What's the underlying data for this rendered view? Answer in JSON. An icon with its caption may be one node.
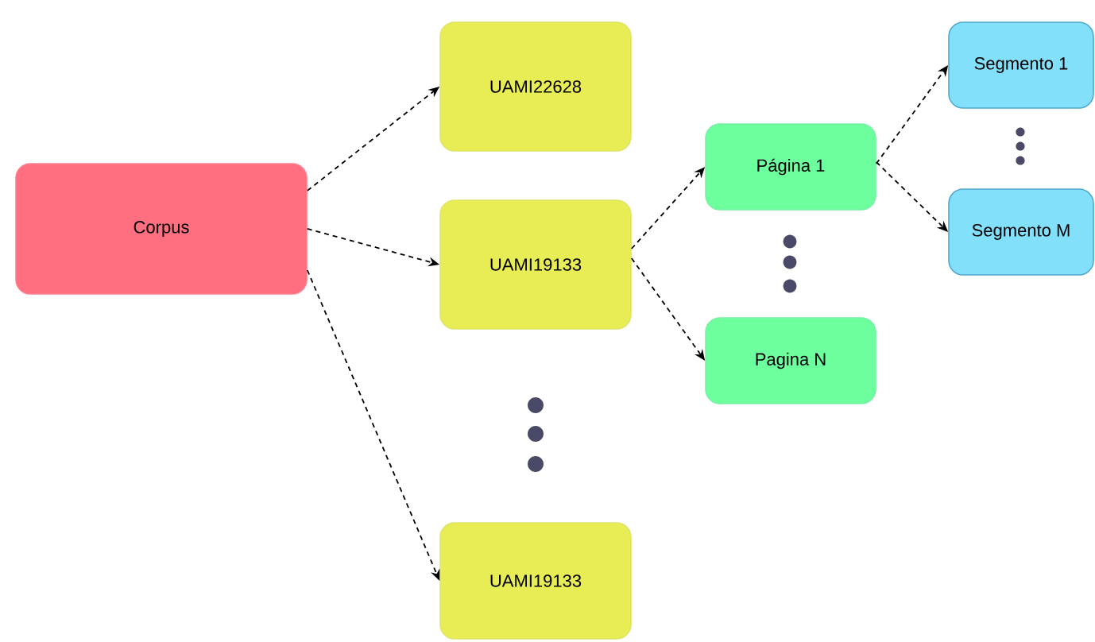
{
  "diagram": {
    "nodes": [
      {
        "text": [
          "Corpus"
        ]
      },
      {
        "text": [
          "UAMI22628"
        ]
      },
      {
        "text": [
          "UAMI19133"
        ]
      },
      {
        "text": [
          "UAMI19133"
        ]
      },
      {
        "text": [
          "Página 1"
        ]
      },
      {
        "text": [
          "Pagina N"
        ]
      },
      {
        "text": [
          "Segmento 1"
        ]
      },
      {
        "text": [
          "Segmento M"
        ]
      }
    ],
    "edges": [
      {
        "from": 0,
        "to": 1,
        "arrow": "to",
        "style": "dashed"
      },
      {
        "from": 0,
        "to": 2,
        "arrow": "to",
        "style": "dashed"
      },
      {
        "from": 0,
        "to": 3,
        "arrow": "to",
        "style": "dashed"
      },
      {
        "from": 2,
        "to": 4,
        "arrow": "to",
        "style": "dashed"
      },
      {
        "from": 2,
        "to": 5,
        "arrow": "to",
        "style": "dashed"
      },
      {
        "from": 4,
        "to": 6,
        "arrow": "to",
        "style": "dashed"
      },
      {
        "from": 4,
        "to": 7,
        "arrow": "to",
        "style": "dashed"
      }
    ]
  }
}
